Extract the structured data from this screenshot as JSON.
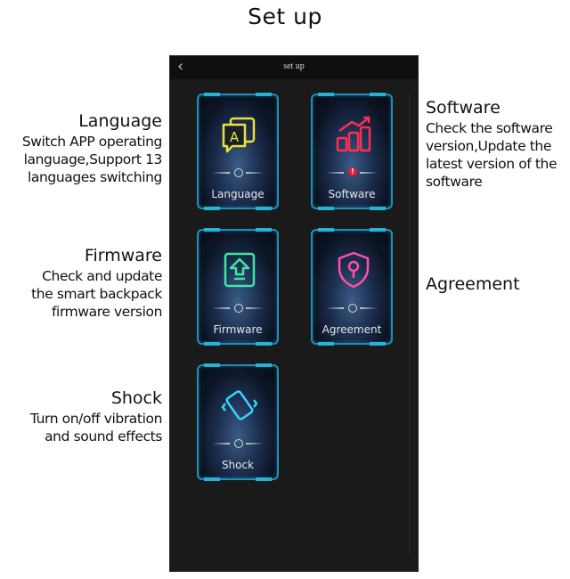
{
  "page": {
    "title": "Set up"
  },
  "annotations": {
    "language": {
      "heading": "Language",
      "lines": [
        "Switch APP operating",
        "language,Support 13",
        "languages switching"
      ]
    },
    "firmware": {
      "heading": "Firmware",
      "lines": [
        "Check and update",
        "the smart backpack",
        "firmware version"
      ]
    },
    "shock": {
      "heading": "Shock",
      "lines": [
        "Turn on/off vibration",
        "and sound effects"
      ]
    },
    "software": {
      "heading": "Software",
      "lines": [
        "Check the software",
        "version,Update the",
        "latest version of the",
        "software"
      ]
    },
    "agreement": {
      "heading": "Agreement"
    }
  },
  "app": {
    "header": {
      "title": "set up",
      "back_icon": "chevron-left-icon"
    },
    "cards": [
      {
        "label": "Language",
        "icon": "language-icon",
        "icon_color": "#e8e23a"
      },
      {
        "label": "Software",
        "icon": "bar-chart-up-icon",
        "icon_color": "#ff2d55",
        "badge": "!"
      },
      {
        "label": "Firmware",
        "icon": "upload-icon",
        "icon_color": "#3ee6a6"
      },
      {
        "label": "Agreement",
        "icon": "shield-key-icon",
        "icon_color": "#ff4fb0"
      },
      {
        "label": "Shock",
        "icon": "vibrate-phone-icon",
        "icon_color": "#35d4ff"
      }
    ]
  },
  "colors": {
    "card_border": "#1f8fb5",
    "screen_bg": "#1a1a1a"
  }
}
